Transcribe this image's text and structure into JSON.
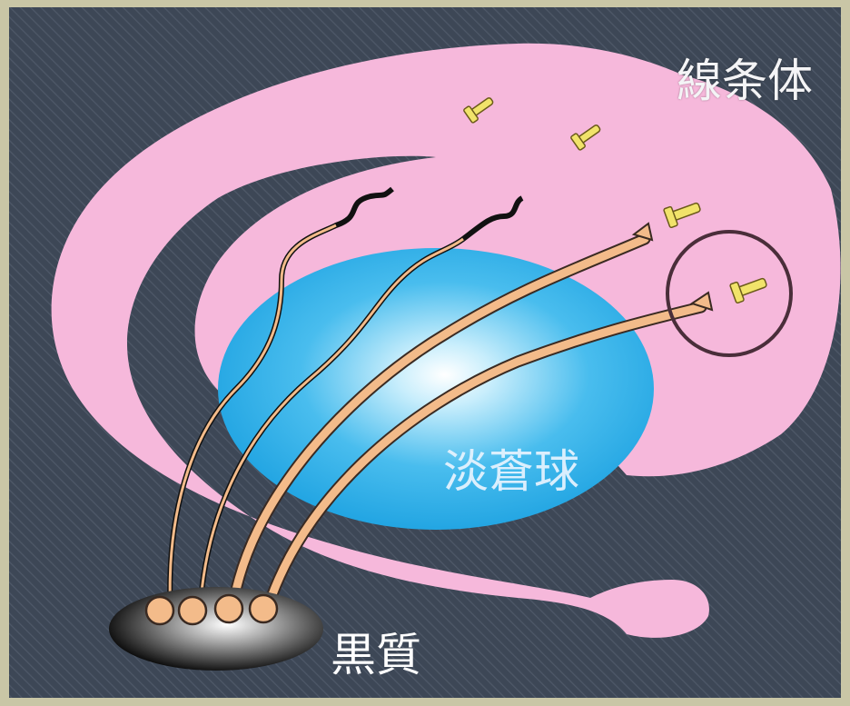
{
  "labels": {
    "striatum": "線条体",
    "globus_pallidus": "淡蒼球",
    "substantia_nigra": "黒質"
  },
  "colors": {
    "frame": "#c9c6a6",
    "background": "#3d4756",
    "striatum": "#f6b8db",
    "globus_pallidus": "#3cb7ea",
    "axon": "#f3bb8a",
    "terminal": "#f1e36a",
    "circle": "#4a2e3a"
  }
}
